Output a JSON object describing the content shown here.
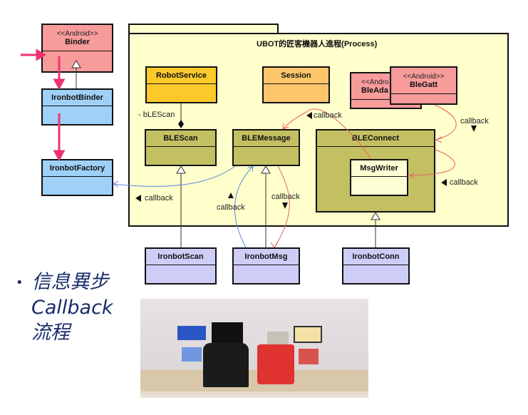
{
  "package": {
    "title": "UBOT的匠客機器人進程(Process)"
  },
  "classes": {
    "binder": {
      "stereotype": "<<Android>>",
      "name": "Binder"
    },
    "ironbotBinder": {
      "name": "IronbotBinder"
    },
    "ironbotFactory": {
      "name": "IronbotFactory"
    },
    "robotService": {
      "name": "RobotService"
    },
    "session": {
      "name": "Session"
    },
    "bleAdapter": {
      "stereotype": "<<Andro",
      "name": "BleAda"
    },
    "bleGatt": {
      "stereotype": "<<Android>>",
      "name": "BleGatt"
    },
    "bleScan": {
      "name": "BLEScan"
    },
    "bleMessage": {
      "name": "BLEMessage"
    },
    "bleConnect": {
      "name": "BLEConnect"
    },
    "msgWriter": {
      "name": "MsgWriter"
    },
    "ironbotScan": {
      "name": "IronbotScan"
    },
    "ironbotMsg": {
      "name": "IronbotMsg"
    },
    "ironbotConn": {
      "name": "IronbotConn"
    }
  },
  "labels": {
    "association": "- bLEScan",
    "callback": "callback"
  },
  "bullet": {
    "marker": "•",
    "lines": [
      "信息異步",
      "Callback",
      "流程"
    ]
  },
  "photo": {
    "alt": "robots-photo"
  },
  "colors": {
    "android": "#f79b9b",
    "ironbotTop": "#9fd0f7",
    "service": "#fcc92a",
    "session": "#fdc66a",
    "ble": "#c3c062",
    "ironbotImpl": "#cdcdf7",
    "package": "#ffffcc",
    "flowArrow": "#f0336e",
    "blueLink": "#5b86e0",
    "redLink": "#e8606a",
    "bulletText": "#1a2c6b"
  }
}
